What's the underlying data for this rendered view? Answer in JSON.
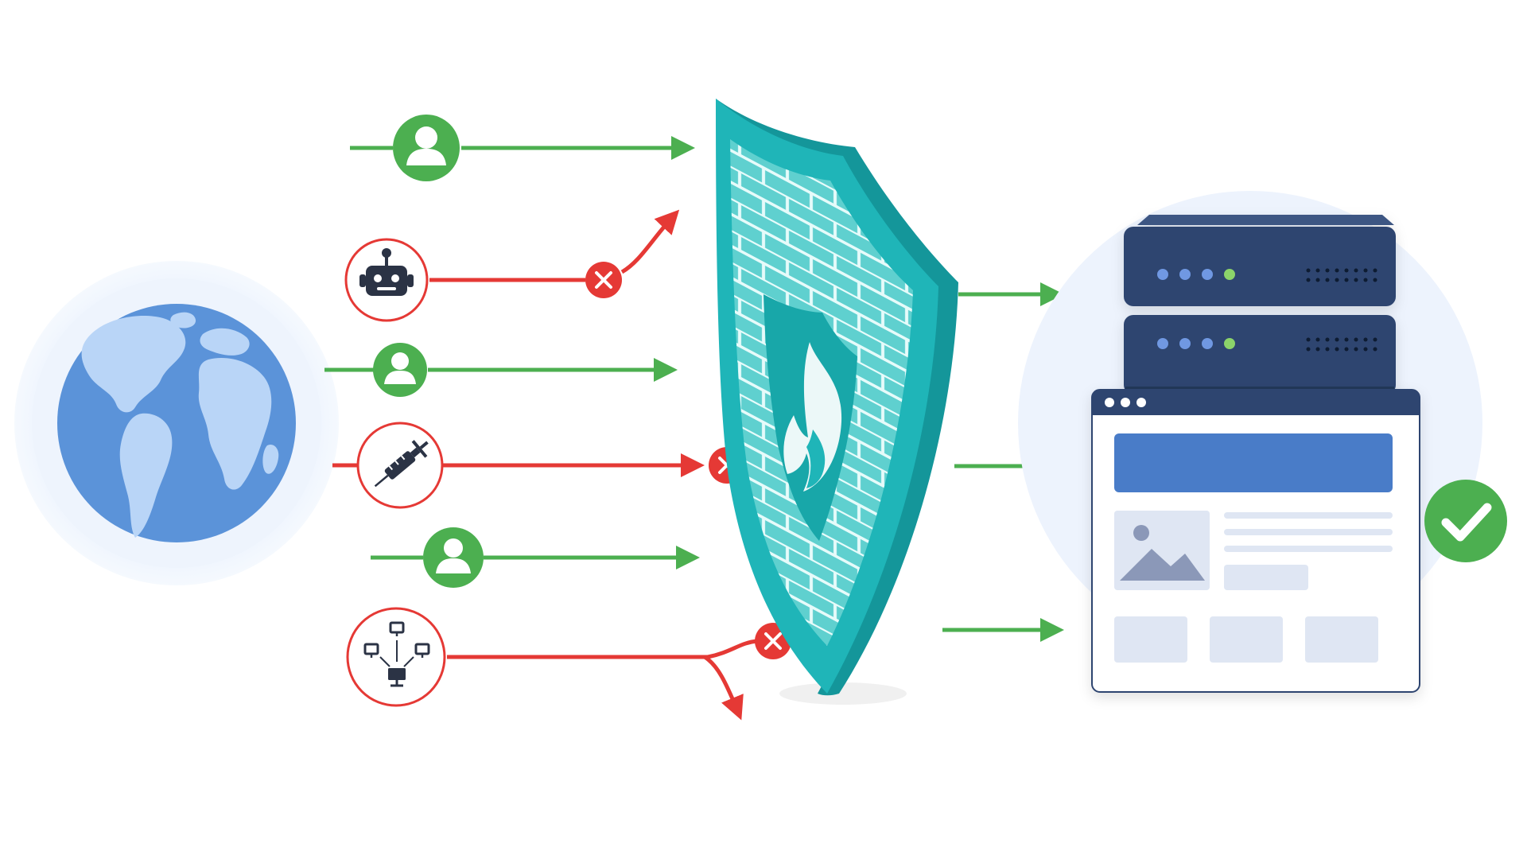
{
  "diagram": {
    "nodes": [
      {
        "id": "internet",
        "kind": "globe",
        "icon": "globe-icon"
      },
      {
        "id": "firewall",
        "kind": "shield",
        "icon": "firewall-shield-icon"
      },
      {
        "id": "servers",
        "kind": "server-rack",
        "icon": "server-icon"
      },
      {
        "id": "web-app",
        "kind": "browser-window",
        "icon": "web-page-icon"
      },
      {
        "id": "status",
        "kind": "badge",
        "icon": "check-icon",
        "state": "allowed"
      }
    ],
    "traffic": [
      {
        "id": "user-1",
        "icon": "user-icon",
        "result": "allowed"
      },
      {
        "id": "bot",
        "icon": "robot-icon",
        "result": "blocked"
      },
      {
        "id": "user-2",
        "icon": "user-icon",
        "result": "allowed"
      },
      {
        "id": "injection",
        "icon": "syringe-icon",
        "result": "blocked"
      },
      {
        "id": "user-3",
        "icon": "user-icon",
        "result": "allowed"
      },
      {
        "id": "ddos",
        "icon": "network-icon",
        "result": "blocked"
      }
    ],
    "forwarded_count": 3
  },
  "colors": {
    "allowed": "#4caf50",
    "blocked": "#e53935",
    "shield": "#3fbfc2",
    "shield_dark": "#14969a",
    "globe": "#5b93d9",
    "server": "#2e4470",
    "browser_bar": "#4a7bc8",
    "halo": "#eaf2fd"
  }
}
